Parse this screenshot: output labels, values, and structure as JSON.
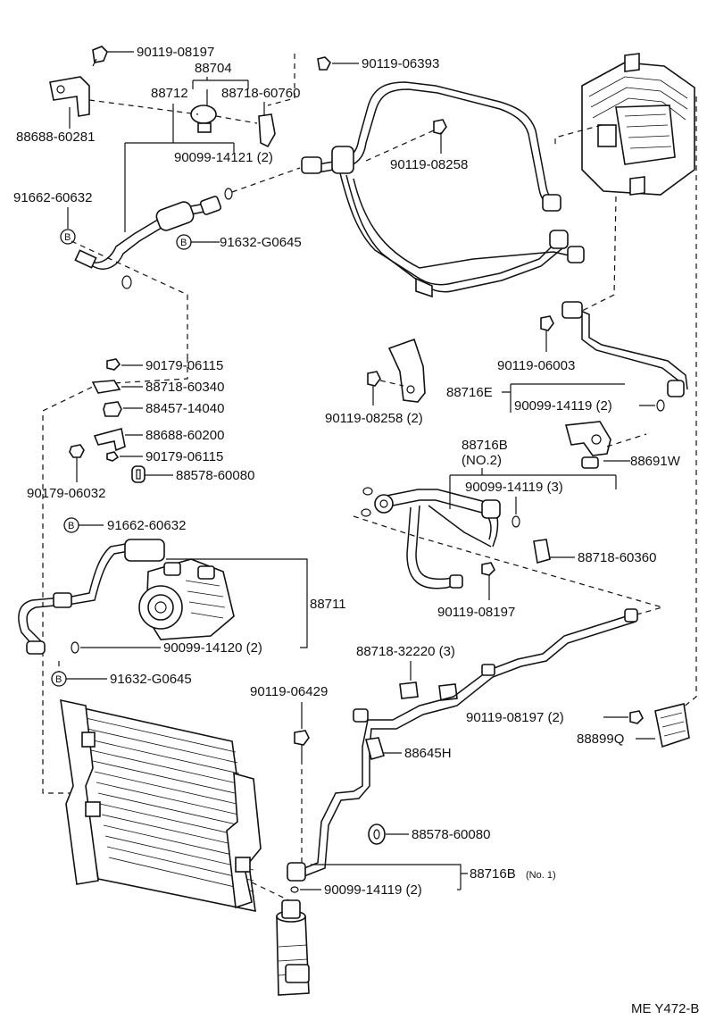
{
  "labels": {
    "p90119_08197_top": "90119-08197",
    "p88704": "88704",
    "p90119_06393": "90119-06393",
    "p88712": "88712",
    "p88718_60760": "88718-60760",
    "p88688_60281": "88688-60281",
    "p90099_14121": "90099-14121 (2)",
    "p90119_08258_top": "90119-08258",
    "p91662_60632_top": "91662-60632",
    "p91632_g0645_top": "91632-G0645",
    "p90119_06003": "90119-06003",
    "p88716e": "88716E",
    "p90099_14119_e": "90099-14119 (2)",
    "p88691w": "88691W",
    "p90179_06115_a": "90179-06115",
    "p88718_60340": "88718-60340",
    "p88457_14040": "88457-14040",
    "p88688_60200": "88688-60200",
    "p90179_06115_b": "90179-06115",
    "p90179_06032": "90179-06032",
    "p88578_60080_a": "88578-60080",
    "p90119_08258_mid": "90119-08258 (2)",
    "p88716b_no2": "88716B",
    "p88716b_no2_sub": "(NO.2)",
    "p90099_14119_3": "90099-14119 (3)",
    "p88718_60360": "88718-60360",
    "p90119_08197_mid": "90119-08197",
    "p91662_60632_mid": "91662-60632",
    "p88711": "88711",
    "p90099_14120": "90099-14120 (2)",
    "p91632_g0645_mid": "91632-G0645",
    "p88718_32220": "88718-32220 (3)",
    "p90119_06429": "90119-06429",
    "p90119_08197_2": "90119-08197 (2)",
    "p88899q": "88899Q",
    "p88645h": "88645H",
    "p88578_60080_b": "88578-60080",
    "p88716b_no1": "88716B",
    "p88716b_no1_sub": "(No. 1)",
    "p90099_14119_2b": "90099-14119 (2)",
    "badge_b": "B",
    "diagram_code": "ME Y472-B"
  }
}
